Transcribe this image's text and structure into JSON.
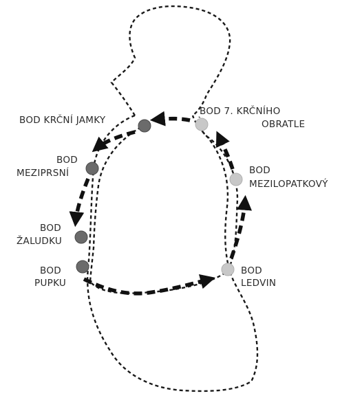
{
  "colors": {
    "outline": "#1a1a1a",
    "arrow": "#111111",
    "front_point": "#6b6b6b",
    "front_point_stroke": "#4a4a4a",
    "back_point": "#c8c8c8",
    "back_point_stroke": "#b0b0b0",
    "label": "#2b2b2b"
  },
  "points": [
    {
      "id": "krcni-jamka",
      "side": "front",
      "label_lines": [
        "BOD KRČNÍ JAMKY"
      ]
    },
    {
      "id": "meziprsni",
      "side": "front",
      "label_lines": [
        "BOD",
        "MEZIPRSNÍ"
      ]
    },
    {
      "id": "zaludek",
      "side": "front",
      "label_lines": [
        "BOD",
        "ŽALUDKU"
      ]
    },
    {
      "id": "pupek",
      "side": "front",
      "label_lines": [
        "BOD",
        "PUPKU"
      ]
    },
    {
      "id": "ledviny",
      "side": "back",
      "label_lines": [
        "BOD",
        "LEDVIN"
      ]
    },
    {
      "id": "mezilopatkovy",
      "side": "back",
      "label_lines": [
        "BOD",
        "MEZILOPATKOVÝ"
      ]
    },
    {
      "id": "krcni-obratel-7",
      "side": "back",
      "label_lines": [
        "BOD 7. KRČNÍHO",
        "OBRATLE"
      ]
    }
  ],
  "route": [
    "krcni-jamka",
    "meziprsni",
    "zaludek",
    "pupek",
    "ledviny",
    "mezilopatkovy",
    "krcni-obratel-7",
    "krcni-jamka"
  ]
}
